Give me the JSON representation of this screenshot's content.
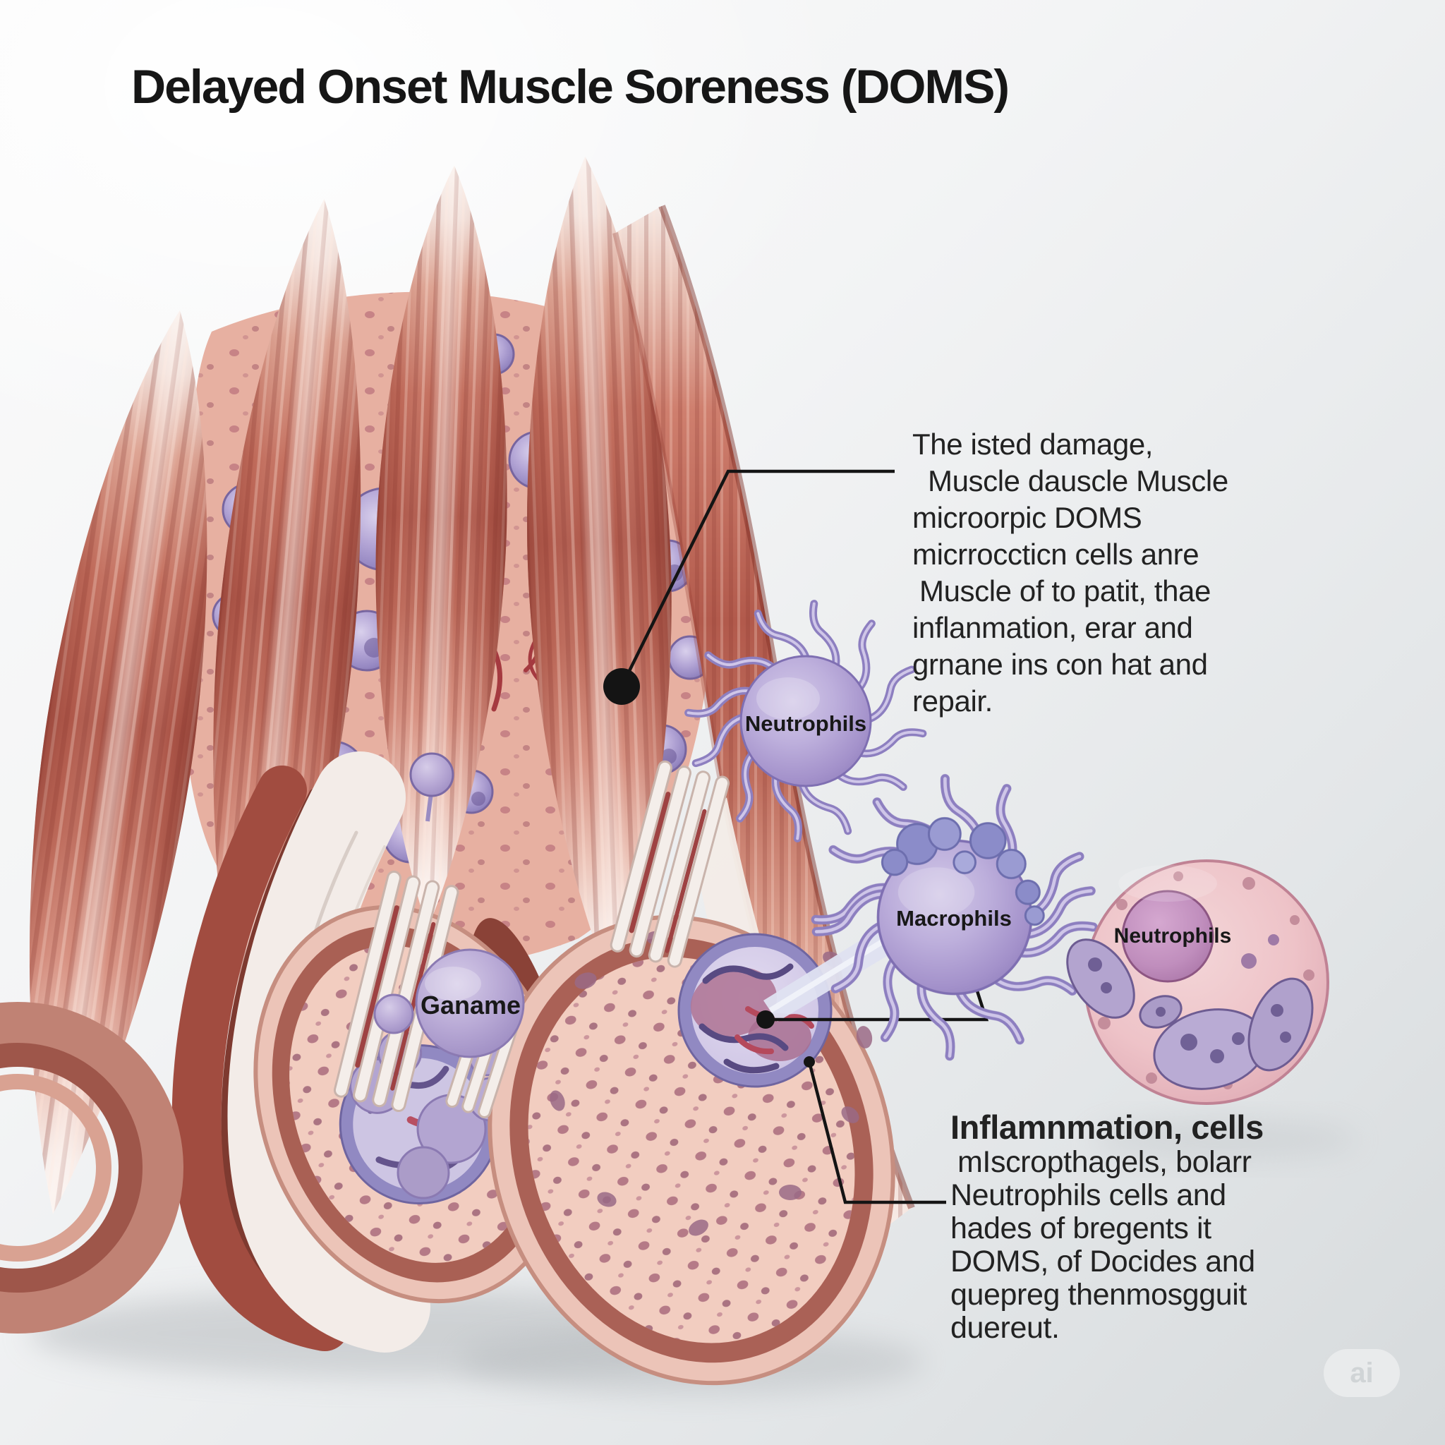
{
  "title": "Delayed Onset Muscle Soreness (DOMS)",
  "labels": {
    "neutrophil_spiky": "Neutrophils",
    "macrophage": "Macrophils",
    "big_cell_nucleus": "Neutrophils",
    "muscle_blob": "Ganame"
  },
  "annotations": {
    "upper": {
      "lines": [
        "The isted damage,",
        "Muscle dauscle Muscle",
        "microorpic DOMS",
        "micrroccticn cells anre",
        "Muscle of to patit, thae",
        "inflanmation, erar and",
        "grnane ins con hat and",
        "repair."
      ]
    },
    "lower": {
      "heading": "Inflamnmation, cells",
      "lines": [
        "mIscropthagels, bolarr",
        "Neutrophils cells and",
        "hades of bregents it",
        "DOMS, of Docides and",
        "quepreg thenmosgguit",
        "duereut."
      ]
    }
  },
  "watermark": "ai",
  "colors": {
    "background_start": "#fbfbfb",
    "background_end": "#d6dadc",
    "muscle_red": "#b25a4c",
    "muscle_light": "#e6b3a7",
    "tendon_white": "#f4eeea",
    "tissue_pink": "#e7b0a1",
    "immune_cell_purple": "#a492cb",
    "nucleus_purple": "#9189c2",
    "big_cell_pink": "#eec3c8",
    "big_cell_nucleus": "#c08ebd",
    "leader_line": "#141414",
    "text": "#222222"
  }
}
